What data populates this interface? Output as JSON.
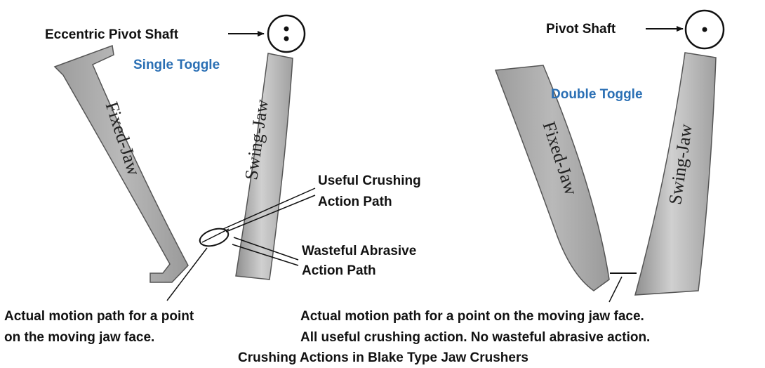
{
  "colors": {
    "accent_blue": "#2a6fb4",
    "jaw_fill": "#a7a7a7",
    "jaw_stroke": "#555555",
    "text": "#111111"
  },
  "left_panel": {
    "shaft_label": "Eccentric Pivot Shaft",
    "toggle_label": "Single Toggle",
    "fixed_jaw_label": "Fixed-Jaw",
    "swing_jaw_label": "Swing-Jaw",
    "useful_line1": "Useful Crushing",
    "useful_line2": "Action Path",
    "wasteful_line1": "Wasteful Abrasive",
    "wasteful_line2": "Action Path",
    "motion_line1": "Actual motion path for a point",
    "motion_line2": "on the moving jaw face."
  },
  "right_panel": {
    "shaft_label": "Pivot Shaft",
    "toggle_label": "Double Toggle",
    "fixed_jaw_label": "Fixed-Jaw",
    "swing_jaw_label": "Swing-Jaw",
    "motion_line1": "Actual motion path for a point on the moving jaw face.",
    "motion_line2": "All useful crushing action. No wasteful abrasive action."
  },
  "caption": "Crushing Actions in Blake Type Jaw Crushers"
}
